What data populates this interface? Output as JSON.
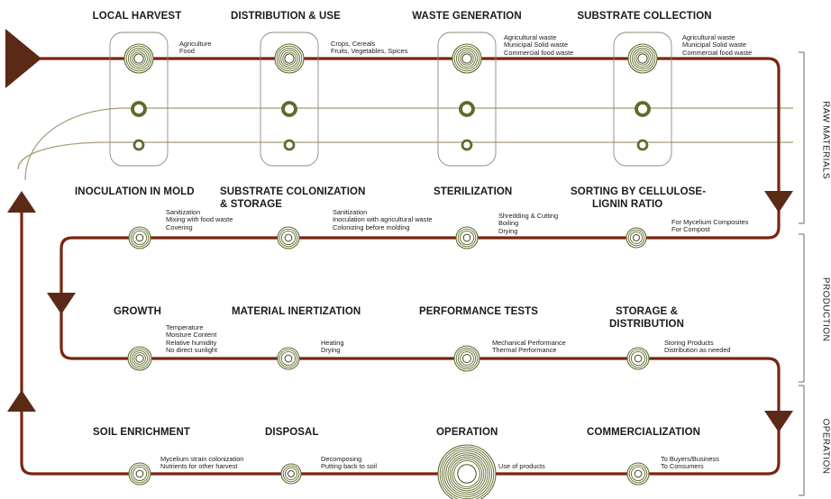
{
  "colors": {
    "flow": "#7a2412",
    "thin": "#a99a7a",
    "node": "#5e6b2a",
    "box": "#8e8a7a",
    "text": "#1a1a1a"
  },
  "side_labels": [
    "RAW MATERIALS",
    "PRODUCTION",
    "OPERATION"
  ],
  "row1": {
    "titles": [
      "LOCAL HARVEST",
      "DISTRIBUTION & USE",
      "WASTE GENERATION",
      "SUBSTRATE COLLECTION"
    ],
    "notes": [
      [
        "Agriculture",
        "Food"
      ],
      [
        "Crops, Cereals",
        "Fruits, Vegetables, Spices"
      ],
      [
        "Agricultural waste",
        "Municipal Solid waste",
        "Commercial food waste"
      ],
      [
        "Agricultural waste",
        "Municipal Solid waste",
        "Commercial food waste"
      ]
    ]
  },
  "row2": {
    "titles": [
      [
        "INOCULATION IN MOLD"
      ],
      [
        "SUBSTRATE COLONIZATION",
        "& STORAGE"
      ],
      [
        "STERILIZATION"
      ],
      [
        "SORTING BY CELLULOSE-",
        "LIGNIN RATIO"
      ]
    ],
    "notes": [
      [
        "Sanitization",
        "Mixing with food waste",
        "Covering"
      ],
      [
        "Sanitization",
        "Inoculation with agricultural waste",
        "Colonizing before molding"
      ],
      [
        "Shredding & Cutting",
        "Boiling",
        "Drying"
      ],
      [
        "For Mycelium Composites",
        "For Compost"
      ]
    ]
  },
  "row3": {
    "titles": [
      [
        "GROWTH"
      ],
      [
        "MATERIAL INERTIZATION"
      ],
      [
        "PERFORMANCE TESTS"
      ],
      [
        "STORAGE &",
        "DISTRIBUTION"
      ]
    ],
    "notes": [
      [
        "Temperature",
        "Moisture Content",
        "Relative humidity",
        "No direct sunlight"
      ],
      [
        "Heating",
        "Drying"
      ],
      [
        "Mechanical Performance",
        "Thermal Performance"
      ],
      [
        "Storing Products",
        "Distribution as needed"
      ]
    ]
  },
  "row4": {
    "titles": [
      "SOIL ENRICHMENT",
      "DISPOSAL",
      "OPERATION",
      "COMMERCIALIZATION"
    ],
    "notes": [
      [
        "Mycelium strain colonization",
        "Nutrients for other harvest"
      ],
      [
        "Decomposing",
        "Putting back to soil"
      ],
      [
        "Use of products"
      ],
      [
        "To Buyers/Business",
        "To Consumers"
      ]
    ]
  }
}
